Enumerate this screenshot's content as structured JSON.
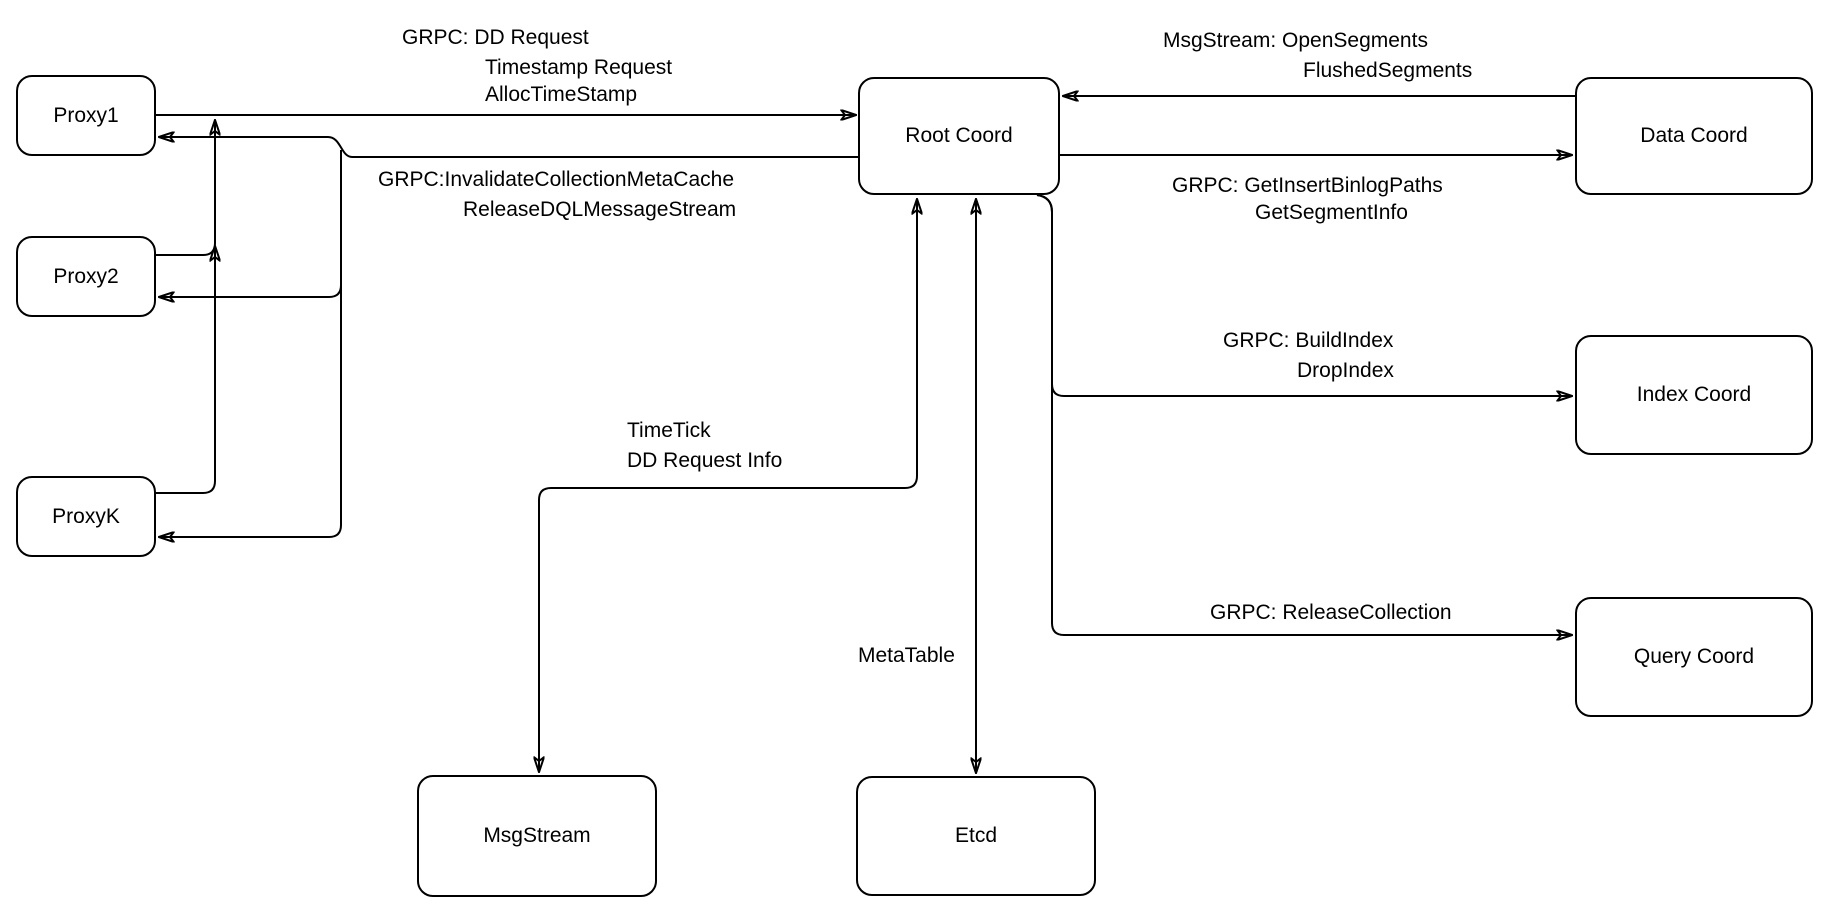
{
  "diagram": {
    "colors": {
      "line": "#000000",
      "box_fill": "#ffffff",
      "text": "#000000",
      "background": "#ffffff"
    },
    "nodes": {
      "proxy1": "Proxy1",
      "proxy2": "Proxy2",
      "proxyk": "ProxyK",
      "root_coord": "Root Coord",
      "data_coord": "Data Coord",
      "index_coord": "Index Coord",
      "query_coord": "Query Coord",
      "msgstream": "MsgStream",
      "etcd": "Etcd"
    },
    "edge_labels": {
      "proxy_to_root": {
        "lines": [
          "GRPC: DD Request",
          "Timestamp Request",
          "AllocTimeStamp"
        ]
      },
      "root_to_proxy": {
        "lines": [
          "GRPC:InvalidateCollectionMetaCache",
          "ReleaseDQLMessageStream"
        ]
      },
      "data_to_root": {
        "lines": [
          "MsgStream: OpenSegments",
          "FlushedSegments"
        ]
      },
      "root_to_data": {
        "lines": [
          "GRPC: GetInsertBinlogPaths",
          "GetSegmentInfo"
        ]
      },
      "root_to_index": {
        "lines": [
          "GRPC: BuildIndex",
          "DropIndex"
        ]
      },
      "root_to_query": {
        "lines": [
          "GRPC: ReleaseCollection"
        ]
      },
      "root_to_msgstream": {
        "lines": [
          "TimeTick",
          "DD Request Info"
        ]
      },
      "root_to_etcd": {
        "lines": [
          "MetaTable"
        ]
      }
    }
  }
}
